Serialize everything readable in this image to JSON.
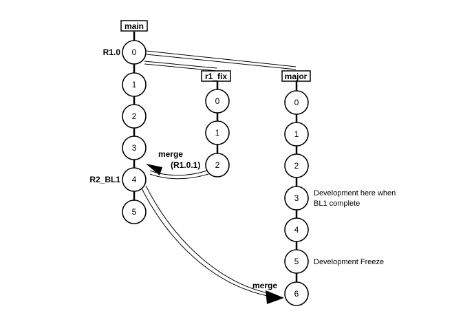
{
  "branches": {
    "main": "main",
    "r1_fix": "r1_fix",
    "major": "major"
  },
  "main_nodes": [
    "0",
    "1",
    "2",
    "3",
    "4",
    "5"
  ],
  "r1_fix_nodes": [
    "0",
    "1",
    "2"
  ],
  "major_nodes": [
    "0",
    "1",
    "2",
    "3",
    "4",
    "5",
    "6"
  ],
  "tags": {
    "r1_0": "R1.0",
    "r2_bl1": "R2_BL1"
  },
  "merges": {
    "r1_fix_to_main": {
      "label": "merge",
      "sublabel": "(R1.0.1)"
    },
    "main_to_major": {
      "label": "merge"
    }
  },
  "notes": {
    "major_3_line1": "Development here when",
    "major_3_line2": "BL1 complete",
    "major_5": "Development Freeze"
  }
}
